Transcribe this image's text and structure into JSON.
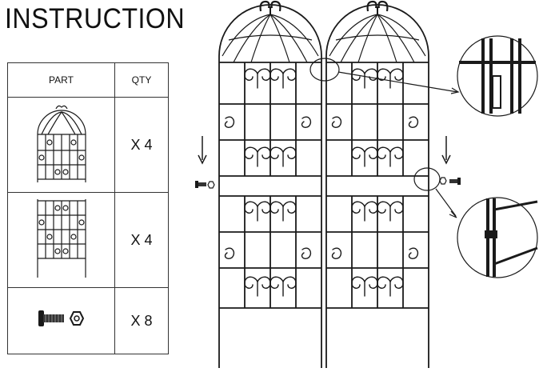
{
  "title": "INSTRUCTION",
  "table": {
    "headers": {
      "part": "PART",
      "qty": "QTY"
    },
    "rows": [
      {
        "icon": "trellis-top-panel-icon",
        "qty": "X 4"
      },
      {
        "icon": "trellis-bottom-panel-icon",
        "qty": "X 4"
      },
      {
        "icon": "bolt-and-nut-icon",
        "qty": "X 8"
      }
    ]
  },
  "illustration": {
    "icons": [
      "trellis-assembly-icon",
      "arrow-down-icon",
      "screw-icon",
      "zoom-detail-circle-icon"
    ]
  },
  "colors": {
    "ink": "#1a1a1a",
    "background": "#ffffff"
  }
}
